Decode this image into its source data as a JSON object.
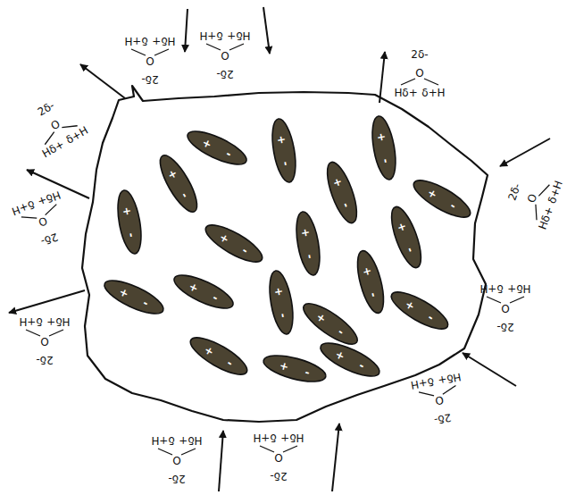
{
  "diagram": {
    "nodes": [
      {
        "text": [
          "+",
          "-"
        ]
      },
      {
        "text": [
          "+",
          "-"
        ]
      },
      {
        "text": [
          "+",
          "-"
        ]
      },
      {
        "text": [
          "+",
          "-"
        ]
      },
      {
        "text": [
          "+",
          "-"
        ]
      },
      {
        "text": [
          "+",
          "-"
        ]
      },
      {
        "text": [
          "+",
          "-"
        ]
      },
      {
        "text": [
          "+",
          "-"
        ]
      },
      {
        "text": [
          "+",
          "-"
        ]
      },
      {
        "text": [
          "+",
          "-"
        ]
      },
      {
        "text": [
          "+",
          "-"
        ]
      },
      {
        "text": [
          "+",
          "-"
        ]
      },
      {
        "text": [
          "+",
          "-"
        ]
      },
      {
        "text": [
          "+",
          "-"
        ]
      },
      {
        "text": [
          "+",
          "-"
        ]
      },
      {
        "text": [
          "+",
          "-"
        ]
      },
      {
        "text": [
          "+",
          "-"
        ]
      },
      {
        "text": [
          "+",
          "-"
        ]
      },
      {
        "text": [
          "+",
          "-"
        ]
      }
    ],
    "labels": [
      "H",
      "δ+",
      "δ+",
      "H",
      "O",
      "2δ-",
      "H",
      "δ+",
      "δ+",
      "H",
      "O",
      "2δ-",
      "H",
      "δ+",
      "δ+",
      "H",
      "O",
      "2δ-",
      "H",
      "δ+",
      "δ+",
      "H",
      "O",
      "2δ-",
      "H",
      "δ+",
      "δ+",
      "H",
      "O",
      "2δ-",
      "H",
      "δ+",
      "δ+",
      "H",
      "O",
      "2δ-",
      "H",
      "δ+",
      "δ+",
      "H",
      "O",
      "2δ-",
      "H",
      "δ+",
      "δ+",
      "H",
      "O",
      "2δ-",
      "H",
      "δ+",
      "δ+",
      "H",
      "O",
      "2δ-",
      "H",
      "δ+",
      "δ+",
      "H",
      "O",
      "2δ-",
      "H",
      "δ+",
      "δ+",
      "H",
      "O",
      "2δ-"
    ]
  }
}
